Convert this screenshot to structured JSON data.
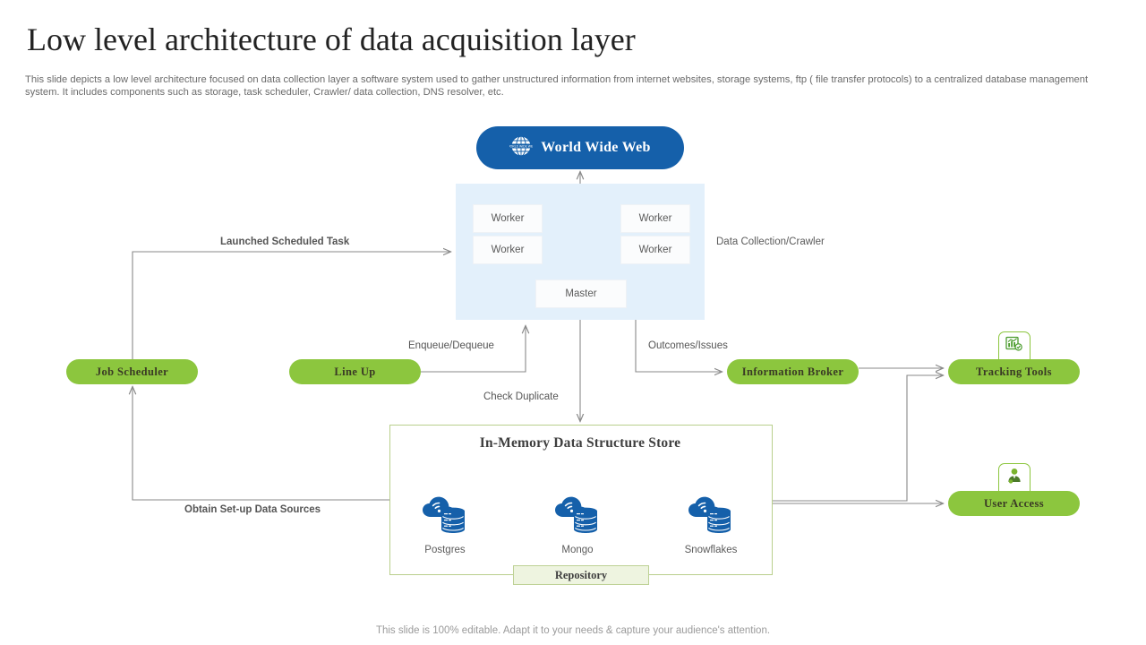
{
  "header": {
    "title": "Low level architecture of data acquisition layer",
    "subtitle": "This slide depicts a low level architecture focused on data collection layer a software system used to gather unstructured information from internet websites, storage systems, ftp ( file transfer protocols) to  a centralized database management system. It includes components such as storage, task scheduler, Crawler/ data collection, DNS resolver, etc."
  },
  "colors": {
    "green": "#8cc63e",
    "blue": "#1560aa",
    "crawler_bg": "#e3f0fb",
    "store_border": "#b9cf8c",
    "repository_bg": "#eef4e0",
    "wire": "#8a8a8a"
  },
  "nodes": {
    "www": {
      "label": "World Wide Web",
      "icon": "globe-icon"
    },
    "crawler": {
      "workers": [
        "Worker",
        "Worker",
        "Worker",
        "Worker"
      ],
      "master": "Master",
      "caption": "Data Collection/Crawler"
    },
    "job_scheduler": "Job Scheduler",
    "line_up": "Line Up",
    "information_broker": "Information  Broker",
    "tracking_tools": "Tracking  Tools",
    "user_access": "User  Access",
    "tracking_icon": "tracking-chart-icon",
    "user_icon": "user-person-icon"
  },
  "store": {
    "title": "In-Memory Data Structure Store",
    "repository": "Repository",
    "databases": [
      {
        "name": "Postgres",
        "icon": "cloud-database-icon"
      },
      {
        "name": "Mongo",
        "icon": "cloud-database-icon"
      },
      {
        "name": "Snowflakes",
        "icon": "cloud-database-icon"
      }
    ]
  },
  "connectors": {
    "launched_scheduled_task": "Launched Scheduled Task",
    "enqueue_dequeue": "Enqueue/Dequeue",
    "outcomes_issues": "Outcomes/Issues",
    "check_duplicate": "Check Duplicate",
    "obtain_setup_data_sources": "Obtain Set-up Data Sources"
  },
  "footer": {
    "note": "This slide is 100% editable. Adapt it to your needs & capture your audience's attention."
  }
}
